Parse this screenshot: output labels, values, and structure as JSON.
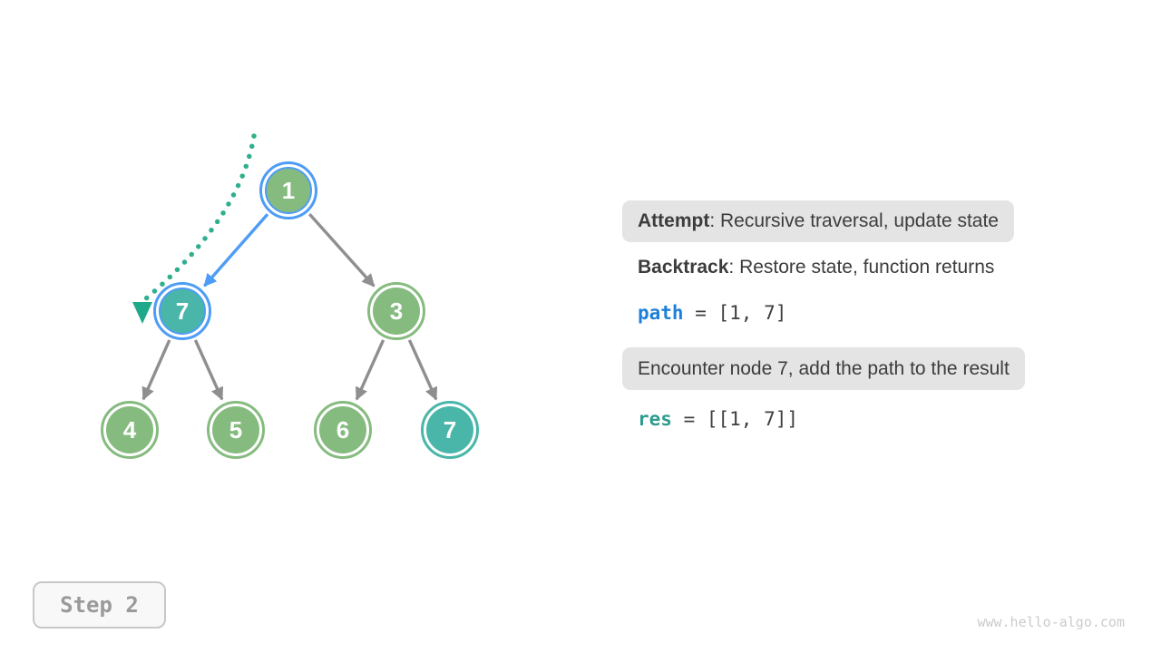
{
  "tree": {
    "nodes": [
      {
        "value": "1",
        "fill": "green",
        "ring": "blue",
        "role": "root-on-path"
      },
      {
        "value": "7",
        "fill": "teal",
        "ring": "blue",
        "role": "current-node-on-path"
      },
      {
        "value": "3",
        "fill": "green",
        "ring": "green",
        "role": "unvisited"
      },
      {
        "value": "4",
        "fill": "green",
        "ring": "green",
        "role": "unvisited"
      },
      {
        "value": "5",
        "fill": "green",
        "ring": "green",
        "role": "unvisited"
      },
      {
        "value": "6",
        "fill": "green",
        "ring": "green",
        "role": "unvisited"
      },
      {
        "value": "7",
        "fill": "teal",
        "ring": "teal",
        "role": "target-node"
      }
    ],
    "edges": [
      {
        "from": "1",
        "to": "7",
        "state": "active"
      },
      {
        "from": "1",
        "to": "3",
        "state": "normal"
      },
      {
        "from": "7",
        "to": "4",
        "state": "normal"
      },
      {
        "from": "7",
        "to": "5",
        "state": "normal"
      },
      {
        "from": "3",
        "to": "6",
        "state": "normal"
      },
      {
        "from": "3",
        "to": "7",
        "state": "normal"
      }
    ],
    "trace": {
      "description": "dotted backtracking trace curving from above root down to node 7",
      "style": "dotted",
      "arrow": "down"
    }
  },
  "panel": {
    "attempt": {
      "label": "Attempt",
      "rest": ": Recursive traversal, update state"
    },
    "backtrack": {
      "label": "Backtrack",
      "rest": ": Restore state, function returns"
    },
    "path_line": {
      "var": "path",
      "rest": " = [1, 7]"
    },
    "encounter": {
      "text": "Encounter node 7, add the path to the result"
    },
    "res_line": {
      "var": "res",
      "rest": " = [[1, 7]]"
    }
  },
  "step_badge": {
    "label": "Step 2"
  },
  "watermark": "www.hello-algo.com",
  "colors": {
    "node_green": "#86bb7f",
    "node_teal": "#49b6a9",
    "active_ring_blue": "#4d9cf5",
    "edge_gray": "#8f8f8f",
    "edge_active_blue": "#4d9cf5",
    "trace_dots_green": "#2faf8e",
    "trace_arrow_green": "#1fa98b",
    "callout_bg": "#e4e4e4",
    "text_dark": "#3c3c3c",
    "path_var_blue": "#1e80d9",
    "res_var_teal": "#2e9c8e",
    "step_text_gray": "#9a9a9a",
    "watermark_gray": "#cbcbcb"
  }
}
